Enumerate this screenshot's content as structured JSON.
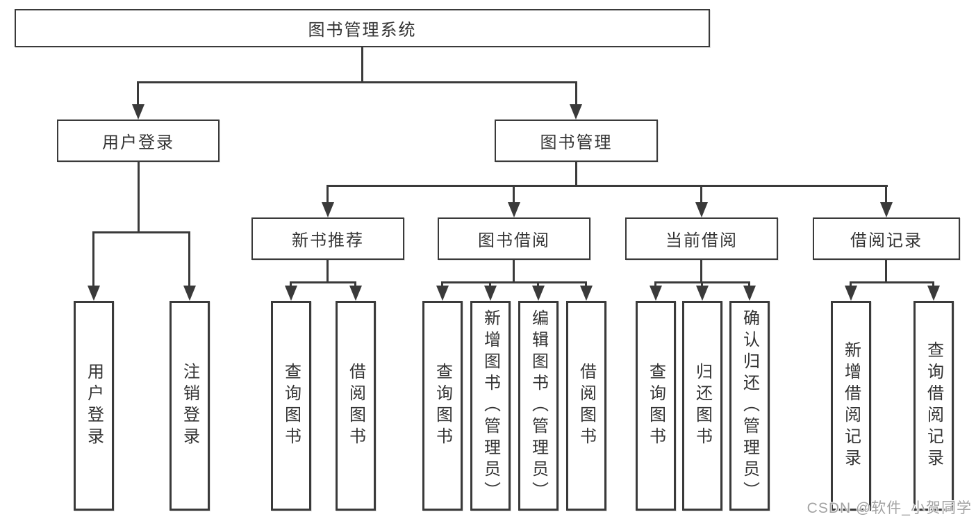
{
  "diagram": {
    "root": {
      "label": "图书管理系统",
      "children": [
        {
          "label": "用户登录",
          "children": [
            {
              "label": "用户登录"
            },
            {
              "label": "注销登录"
            }
          ]
        },
        {
          "label": "图书管理",
          "children": [
            {
              "label": "新书推荐",
              "children": [
                {
                  "label": "查询图书"
                },
                {
                  "label": "借阅图书"
                }
              ]
            },
            {
              "label": "图书借阅",
              "children": [
                {
                  "label": "查询图书"
                },
                {
                  "label": "新增图书（管理员）"
                },
                {
                  "label": "编辑图书（管理员）"
                },
                {
                  "label": "借阅图书"
                }
              ]
            },
            {
              "label": "当前借阅",
              "children": [
                {
                  "label": "查询图书"
                },
                {
                  "label": "归还图书"
                },
                {
                  "label": "确认归还（管理员）"
                }
              ]
            },
            {
              "label": "借阅记录",
              "children": [
                {
                  "label": "新增借阅记录"
                },
                {
                  "label": "查询借阅记录"
                }
              ]
            }
          ]
        }
      ]
    },
    "colors": {
      "line": "#3a3a3a",
      "text": "#333333",
      "watermark": "#a3a3a3",
      "background": "#ffffff"
    }
  },
  "watermark": {
    "text": "CSDN @软件_小贺同学"
  }
}
